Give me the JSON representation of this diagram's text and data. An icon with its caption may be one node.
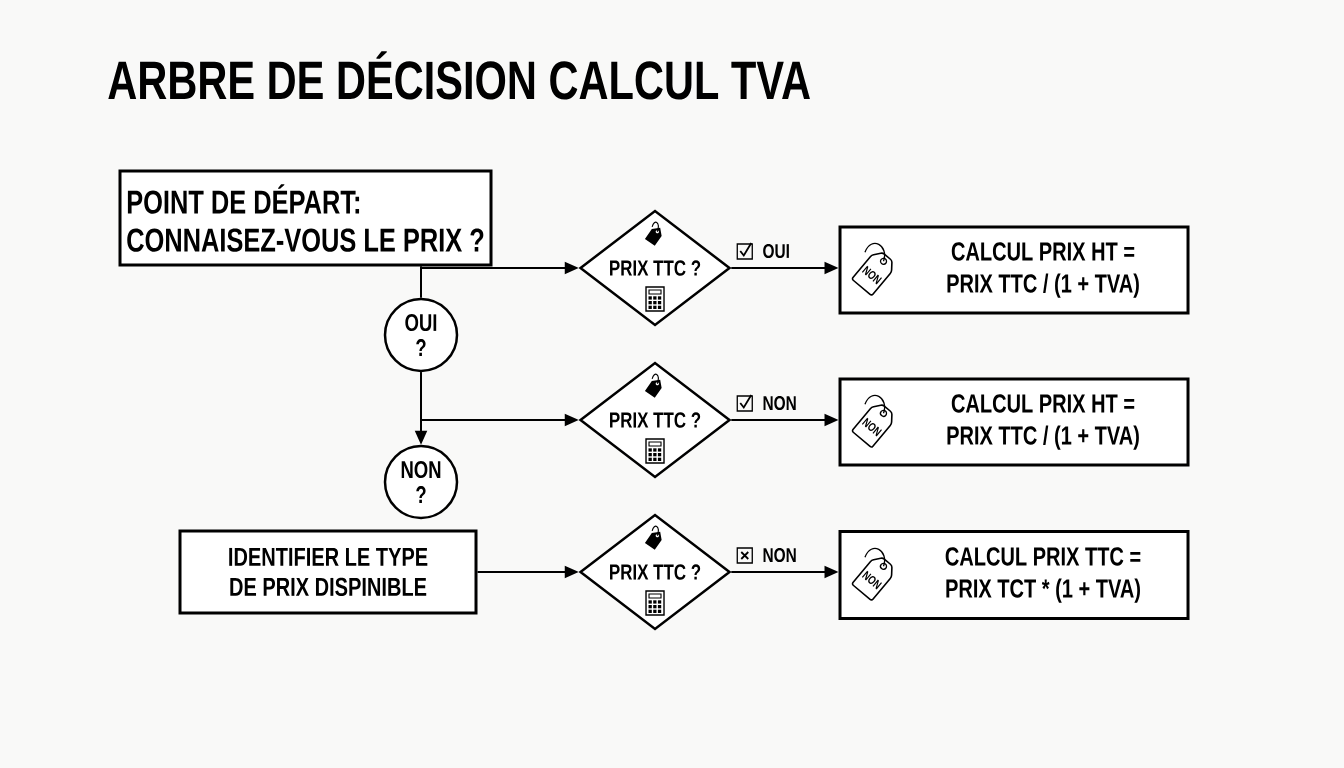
{
  "diagram": {
    "title": "ARBRE DE DÉCISION CALCUL TVA",
    "nodes": [
      {
        "text": [
          "POINT DE DÉPART:",
          "CONNAISEZ-VOUS LE PRIX ?"
        ]
      },
      {
        "text": [
          "PRIX TTC ?"
        ]
      },
      {
        "text": [
          "CALCUL PRIX HT = PRIX TTC / (1 + TVA)"
        ]
      },
      {
        "text": [
          "NON"
        ],
        "in": 2
      },
      {
        "text": [
          "OUI ?"
        ]
      },
      {
        "text": [
          "PRIX TTC ?"
        ]
      },
      {
        "text": [
          "CALCUL PRIX HT = PRIX TTC / (1 + TVA)"
        ]
      },
      {
        "text": [
          "NON"
        ],
        "in": 6
      },
      {
        "text": [
          "NON ?"
        ]
      },
      {
        "text": [
          "IDENTIFIER LE TYPE DE PRIX DISPINIBLE"
        ]
      },
      {
        "text": [
          "PRIX TTC ?"
        ]
      },
      {
        "text": [
          "CALCUL PRIX TTC = PRIX TCT * (1 + TVA)"
        ]
      },
      {
        "text": [
          "NON"
        ],
        "in": 11
      }
    ],
    "edges": [
      {
        "from": 0,
        "to": 1,
        "arrow": "to"
      },
      {
        "from": 0,
        "to": 4,
        "arrow": "none"
      },
      {
        "from": 1,
        "to": 2,
        "arrow": "to",
        "label": "OUI"
      },
      {
        "from": 4,
        "to": 8,
        "arrow": "to"
      },
      {
        "from": 4,
        "to": 5,
        "arrow": "to"
      },
      {
        "from": 5,
        "to": 6,
        "arrow": "to",
        "label": "NON"
      },
      {
        "from": 9,
        "to": 10,
        "arrow": "to"
      },
      {
        "from": 10,
        "to": 11,
        "arrow": "to",
        "label": "NON"
      }
    ]
  }
}
